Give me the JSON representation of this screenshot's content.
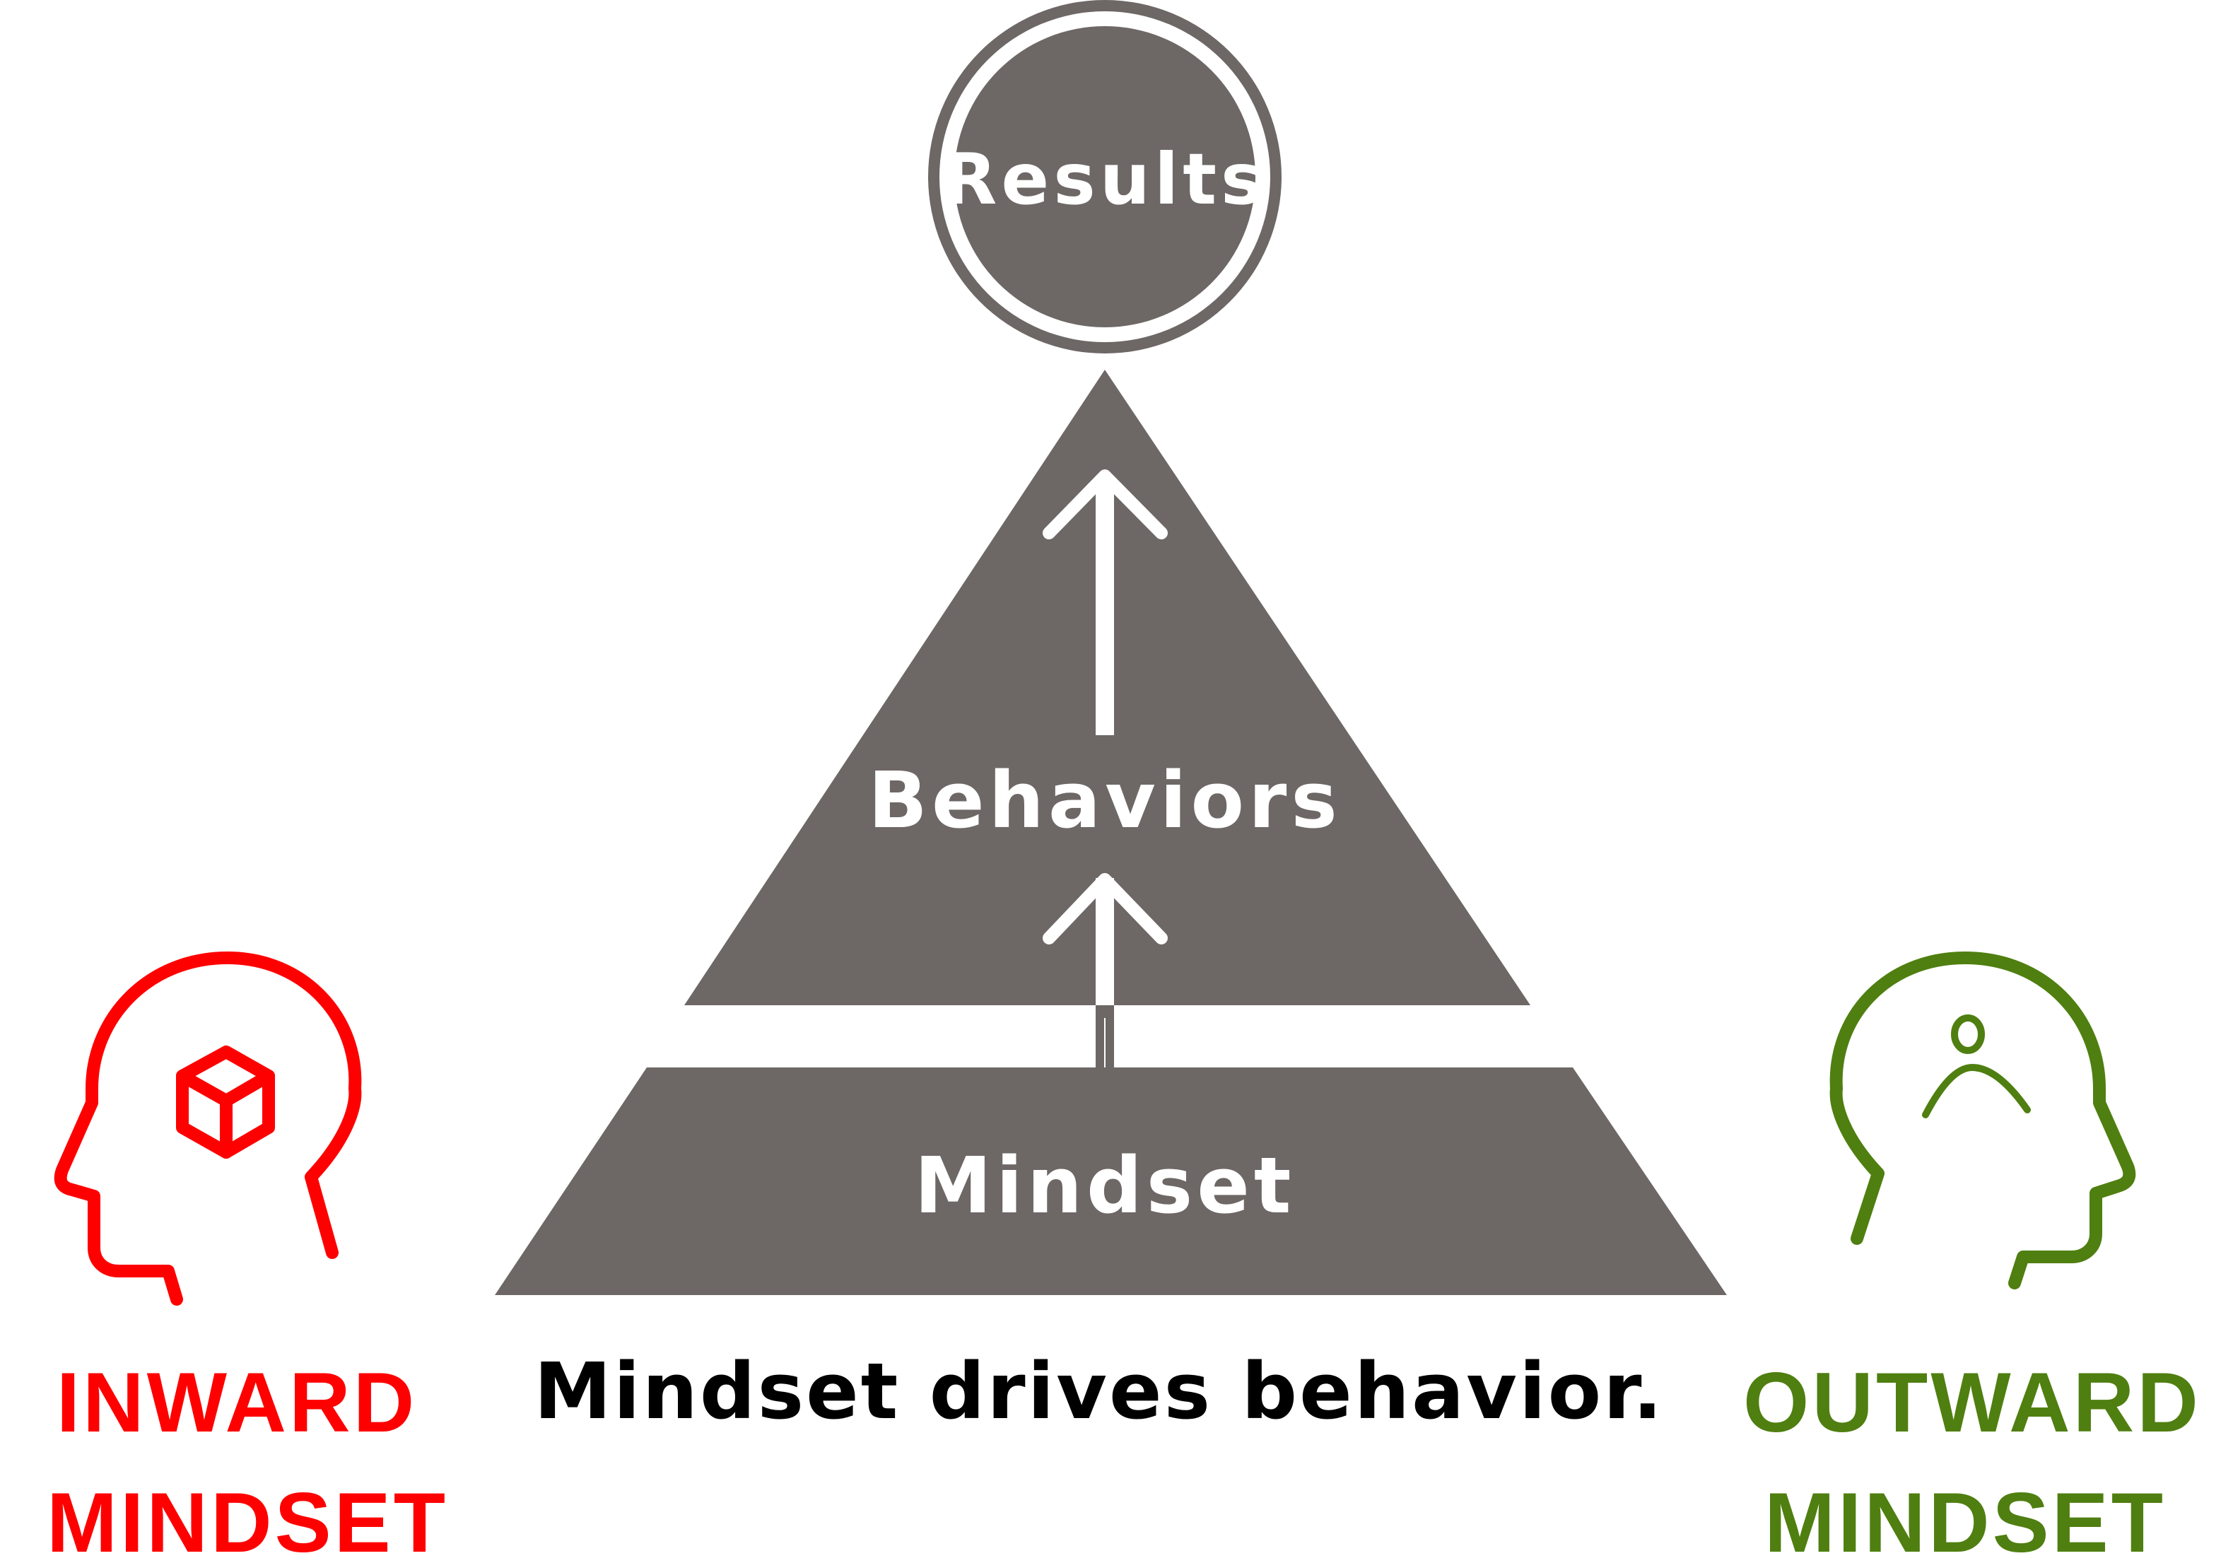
{
  "diagram": {
    "results_label": "Results",
    "behaviors_label": "Behaviors",
    "mindset_label": "Mindset",
    "caption": "Mindset drives behavior."
  },
  "left_figure": {
    "line1": "INWARD",
    "line2": "MINDSET",
    "icon": "head-with-box-icon"
  },
  "right_figure": {
    "line1": "OUTWARD",
    "line2": "MINDSET",
    "icon": "head-with-person-icon"
  },
  "colors": {
    "pyramid": "#6d6766",
    "inward": "#ff0000",
    "outward": "#4f7f10",
    "caption": "#000000"
  }
}
